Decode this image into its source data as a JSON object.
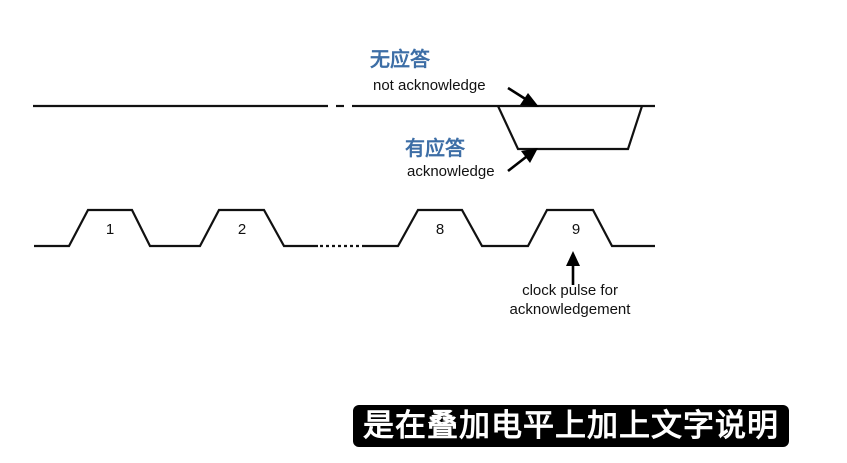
{
  "diagram": {
    "labels": {
      "no_ack_cn": "无应答",
      "no_ack_en": "not acknowledge",
      "ack_cn": "有应答",
      "ack_en": "acknowledge",
      "clock_caption_line1": "clock pulse for",
      "clock_caption_line2": "acknowledgement"
    },
    "pulses": [
      "1",
      "2",
      "8",
      "9"
    ],
    "colors": {
      "label_blue": "#3d6ea6",
      "line": "#111111"
    }
  },
  "subtitle": {
    "text": "是在叠加电平上加上文字说明"
  }
}
